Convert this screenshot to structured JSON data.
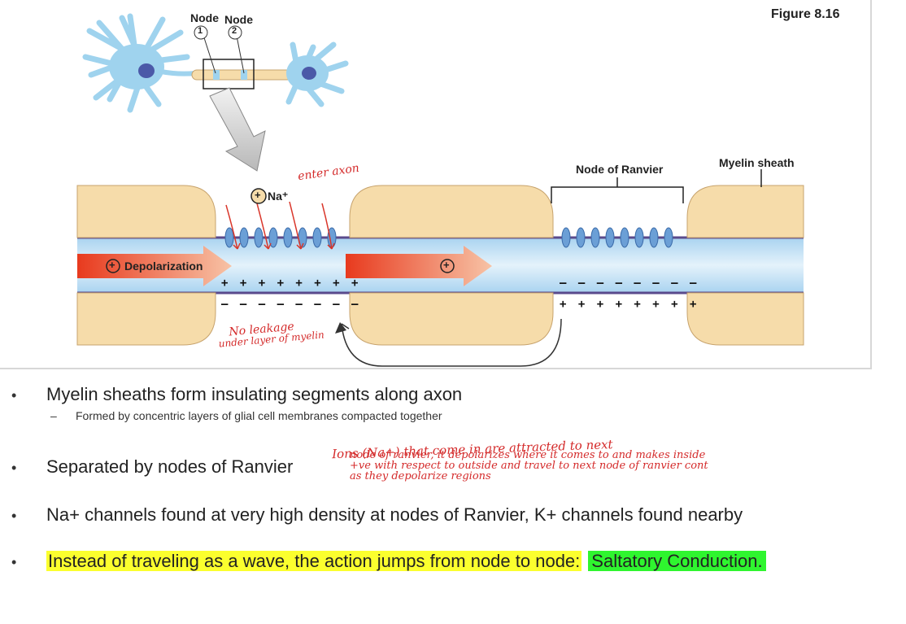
{
  "figure": {
    "label": "Figure 8.16",
    "node_labels": [
      "Node",
      "Node"
    ],
    "node_numbers": [
      "1",
      "2"
    ],
    "node_of_ranvier": "Node of Ranvier",
    "myelin_sheath": "Myelin sheath",
    "na_ion": "Na⁺",
    "plus_sign": "+",
    "depolarization": "Depolarization",
    "charges_top_left": "+ + + + + + + +",
    "charges_bottom_left": "– – – – – – – –",
    "charges_top_right": "– – – – – – – –",
    "charges_bottom_right": "+ + + + + + + +",
    "handwritten_enter_axon": "enter axon",
    "handwritten_leakage": [
      "No leakage",
      "under layer of myelin"
    ]
  },
  "bullets": {
    "b1": "Myelin sheaths form insulating segments along axon",
    "b1_sub": "Formed by concentric layers of glial cell membranes compacted together",
    "b2": "Separated by nodes of Ranvier",
    "b3": "Na+ channels found at very high density at nodes of Ranvier, K+ channels found nearby",
    "b4": "Instead of traveling as a wave, the action jumps from node to node:",
    "b4_highlight": "Saltatory Conduction.",
    "bullet_symbol": "•",
    "dash_symbol": "–"
  },
  "handwritten_note": [
    "Ions (Na+) that come in are attracted to next",
    "node of ranvier, it depolarizes where it comes to and makes inside",
    "+ve with respect to outside and travel to next node of ranvier cont",
    "as they depolarize regions"
  ],
  "colors": {
    "myelin": "#f6dcaa",
    "myelin_edge": "#b89a6a",
    "axon": "#cfe6f7",
    "membrane": "#5a4a8c",
    "channel": "#6b9fd6",
    "neuron": "#9fd3ee",
    "red_arrow": "#e84a2a",
    "handwriting": "#d42a2a",
    "highlight_yellow": "#fbff2e",
    "highlight_green": "#2ff52f"
  }
}
